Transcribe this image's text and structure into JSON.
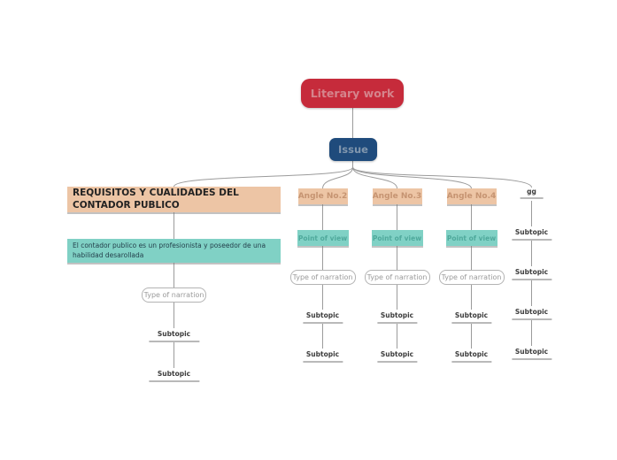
{
  "app": {
    "type": "mind-map"
  },
  "colors": {
    "canvas-bg": "#ffffff",
    "wire": "#9b9b9b",
    "root-bg": "#c62b3b",
    "root-text": "#d5848c",
    "issue-bg": "#1f4b7c",
    "issue-text": "#8197ae",
    "tan-bg": "#edc5a5",
    "tan-text": "#c69472",
    "dark-text": "#222222",
    "teal-bg": "#80d1c5",
    "teal-text": "#4fa99c",
    "desc-text": "#24404c",
    "outline-border": "#b3b3b3",
    "outline-text": "#9a9a9a",
    "subtopic-text": "#3c3c3c",
    "underline": "#b9b9b9"
  },
  "root": {
    "label": "Literary work"
  },
  "issue": {
    "label": "Issue"
  },
  "branches": [
    {
      "title": "REQUISITOS Y CUALIDADES DEL CONTADOR PUBLICO",
      "description": "El contador publico es un profesionista y poseedor de una habilidad desarollada",
      "narration": "Type of narration",
      "subtopics": [
        "Subtopic",
        "Subtopic"
      ]
    },
    {
      "title": "Angle No.2",
      "point_of_view": "Point of view",
      "narration": "Type of narration",
      "subtopics": [
        "Subtopic",
        "Subtopic"
      ]
    },
    {
      "title": "Angle No.3",
      "point_of_view": "Point of view",
      "narration": "Type of narration",
      "subtopics": [
        "Subtopic",
        "Subtopic"
      ]
    },
    {
      "title": "Angle No.4",
      "point_of_view": "Point of view",
      "narration": "Type of narration",
      "subtopics": [
        "Subtopic",
        "Subtopic"
      ]
    },
    {
      "title": "gg",
      "subtopics": [
        "Subtopic",
        "Subtopic",
        "Subtopic",
        "Subtopic"
      ]
    }
  ]
}
